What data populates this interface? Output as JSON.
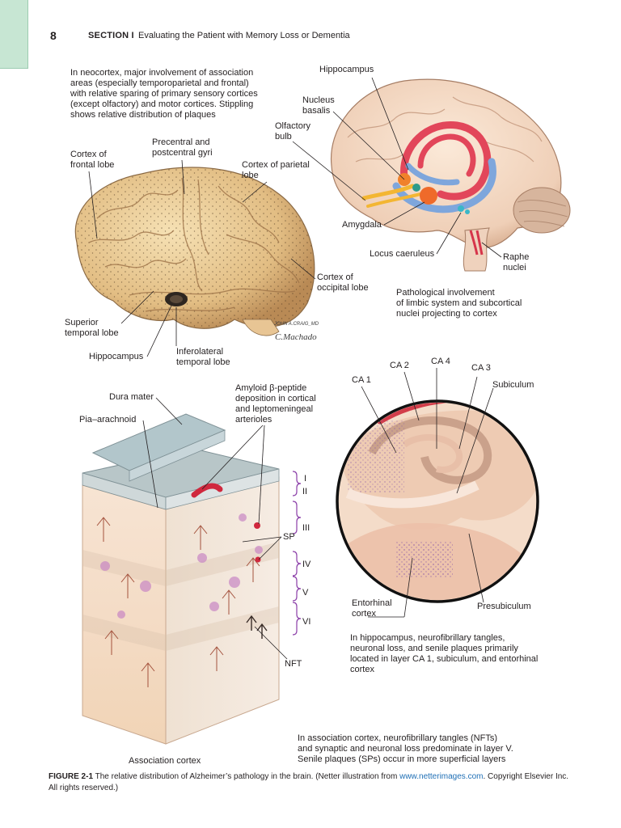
{
  "header": {
    "page_number": "8",
    "section": "SECTION I",
    "title": "Evaluating the Patient with Memory Loss or Dementia"
  },
  "labels": {
    "neocortex_note": "In neocortex, major involvement of association\nareas (especially temporoparietal and frontal)\nwith relative sparing of primary sensory cortices\n(except olfactory) and motor cortices. Stippling\nshows relative distribution of plaques",
    "hippocampus_top": "Hippocampus",
    "nucleus_basalis": "Nucleus\nbasalis",
    "olfactory_bulb": "Olfactory\nbulb",
    "precentral_postcentral": "Precentral and\npostcentral gyri",
    "cortex_frontal": "Cortex of\nfrontal lobe",
    "cortex_parietal": "Cortex of parietal\nlobe",
    "amygdala": "Amygdala",
    "locus_caeruleus": "Locus caeruleus",
    "raphe_nuclei": "Raphe\nnuclei",
    "cortex_occipital": "Cortex of\noccipital lobe",
    "pathological_note": "Pathological involvement\nof limbic system and subcortical\nnuclei projecting to cortex",
    "superior_temporal": "Superior\ntemporal lobe",
    "hippocampus_left": "Hippocampus",
    "inferolateral_temporal": "Inferolateral\ntemporal lobe",
    "ca1": "CA 1",
    "ca2": "CA 2",
    "ca4": "CA 4",
    "ca3": "CA 3",
    "subiculum": "Subiculum",
    "dura_mater": "Dura mater",
    "pia_arachnoid": "Pia–arachnoid",
    "amyloid": "Amyloid β-peptide\ndeposition in cortical\nand leptomeningeal\narterioles",
    "layer_i": "I",
    "layer_ii": "II",
    "layer_iii": "III",
    "sp": "SP",
    "layer_iv": "IV",
    "layer_v": "V",
    "layer_vi": "VI",
    "nft": "NFT",
    "entorhinal": "Entorhinal\ncortex",
    "presubiculum": "Presubiculum",
    "hippocampus_note": "In hippocampus, neurofibrillary tangles,\nneuronal loss, and senile plaques primarily\nlocated in layer CA 1, subiculum, and entorhinal\ncortex",
    "association_note": "In association cortex, neurofibrillary tangles (NFTs)\nand synaptic and neuronal loss predominate in layer V.\nSenile plaques (SPs) occur in more superficial layers",
    "association_cortex": "Association cortex",
    "signature": "JOHN A.CRAIG_MD\nC.Machado"
  },
  "caption": {
    "figure": "FIGURE 2-1",
    "text": "The relative distribution of Alzheimer’s pathology in the brain.",
    "credit_pre": "(Netter illustration from",
    "link": "www.netterimages.com",
    "credit_post": ". Copyright Elsevier Inc.\nAll rights reserved.)"
  }
}
